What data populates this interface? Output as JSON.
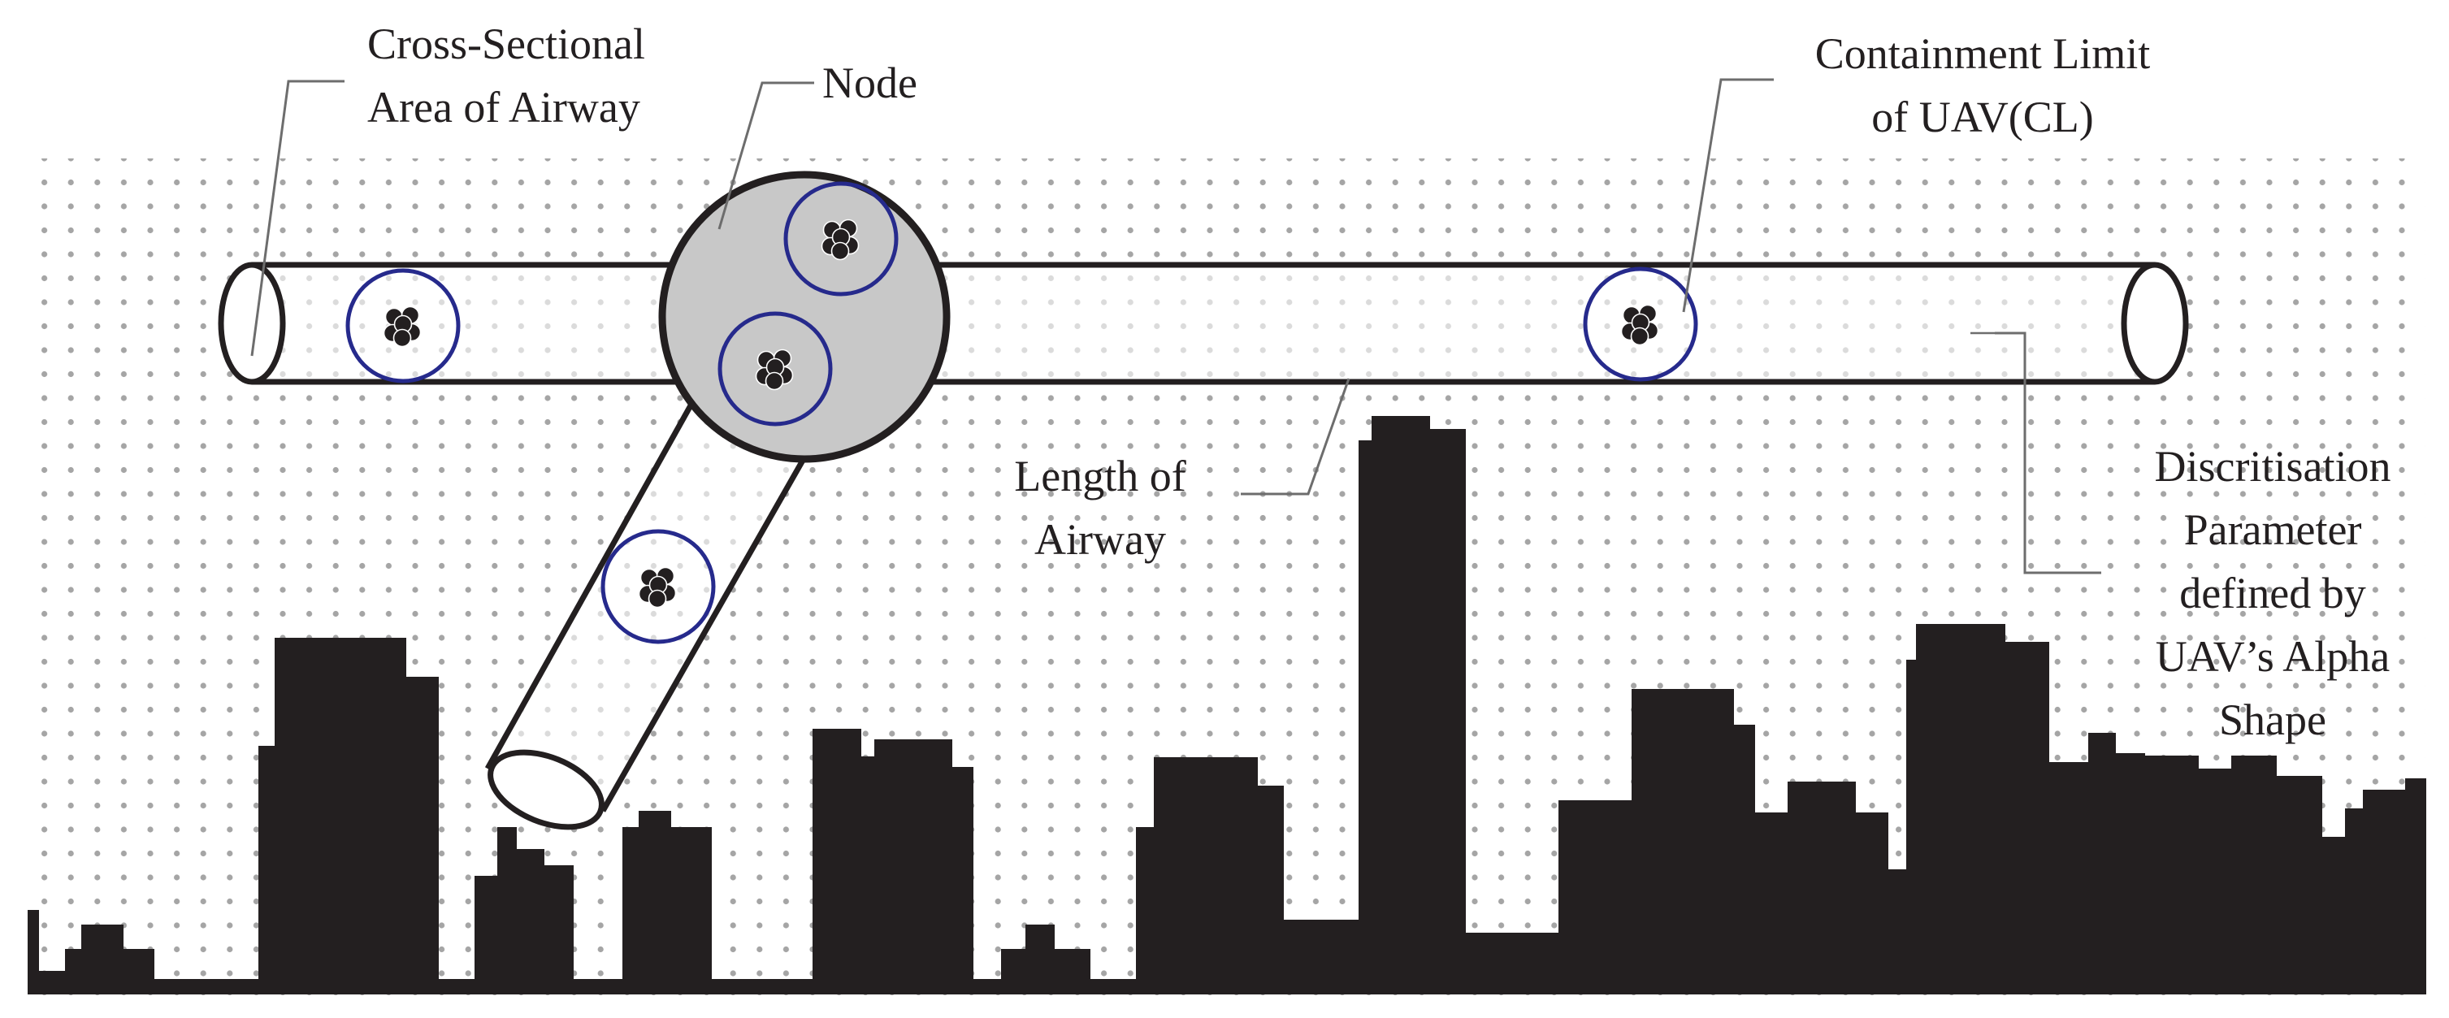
{
  "labels": {
    "cross_section": [
      "Cross-Sectional",
      "Area of Airway"
    ],
    "node": "Node",
    "containment": [
      "Containment Limit",
      "of UAV(CL)"
    ],
    "length": [
      "Length of",
      "Airway"
    ],
    "discretisation": [
      "Discritisation",
      "Parameter",
      "defined by",
      "UAV’s Alpha",
      "Shape"
    ]
  },
  "colors": {
    "ink": "#231f20",
    "skyline": "#231f20",
    "node_fill": "#c8c8c8",
    "uav_ring": "#262a8c",
    "grid_dot": "#a5a5a5",
    "leader": "#6d6d6d"
  }
}
